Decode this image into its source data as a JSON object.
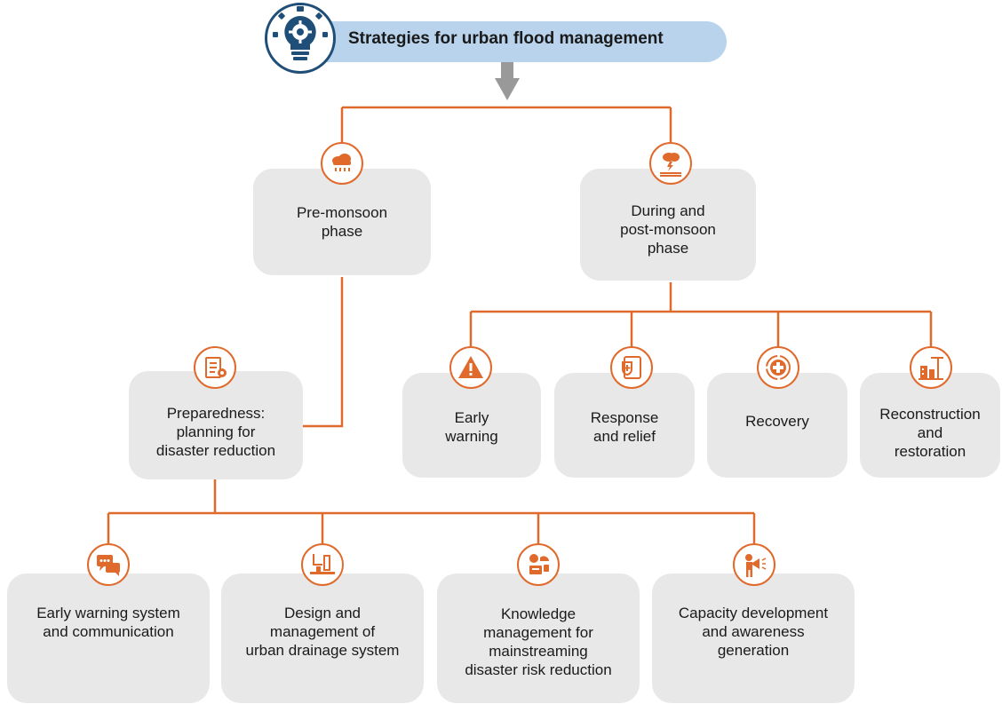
{
  "title": "Strategies for urban flood management",
  "colors": {
    "accent": "#e06a2c",
    "title_fill": "#b9d3ec",
    "box_fill": "#e8e8e8",
    "arrow": "#999999",
    "bulb": "#1f4e79"
  },
  "phases": {
    "pre": {
      "label": "Pre-monsoon\nphase",
      "icon": "rain-cloud-icon"
    },
    "post": {
      "label": "During and\npost-monsoon\nphase",
      "icon": "storm-flood-icon"
    }
  },
  "preparedness": {
    "label": "Preparedness:\nplanning for\ndisaster reduction",
    "icon": "checklist-gear-icon"
  },
  "post_items": [
    {
      "label": "Early\nwarning",
      "icon": "warning-icon"
    },
    {
      "label": "Response\nand relief",
      "icon": "shield-clipboard-icon"
    },
    {
      "label": "Recovery",
      "icon": "recovery-cross-icon"
    },
    {
      "label": "Reconstruction\nand\nrestoration",
      "icon": "construction-crane-icon"
    }
  ],
  "prep_items": [
    {
      "label": "Early warning system\nand communication",
      "icon": "chat-bubbles-icon"
    },
    {
      "label": "Design and\nmanagement of\nurban drainage system",
      "icon": "drainage-pipes-icon"
    },
    {
      "label": "Knowledge\nmanagement for\nmainstreaming\ndisaster risk reduction",
      "icon": "knowledge-network-icon"
    },
    {
      "label": "Capacity development\nand awareness\ngeneration",
      "icon": "megaphone-person-icon"
    }
  ]
}
